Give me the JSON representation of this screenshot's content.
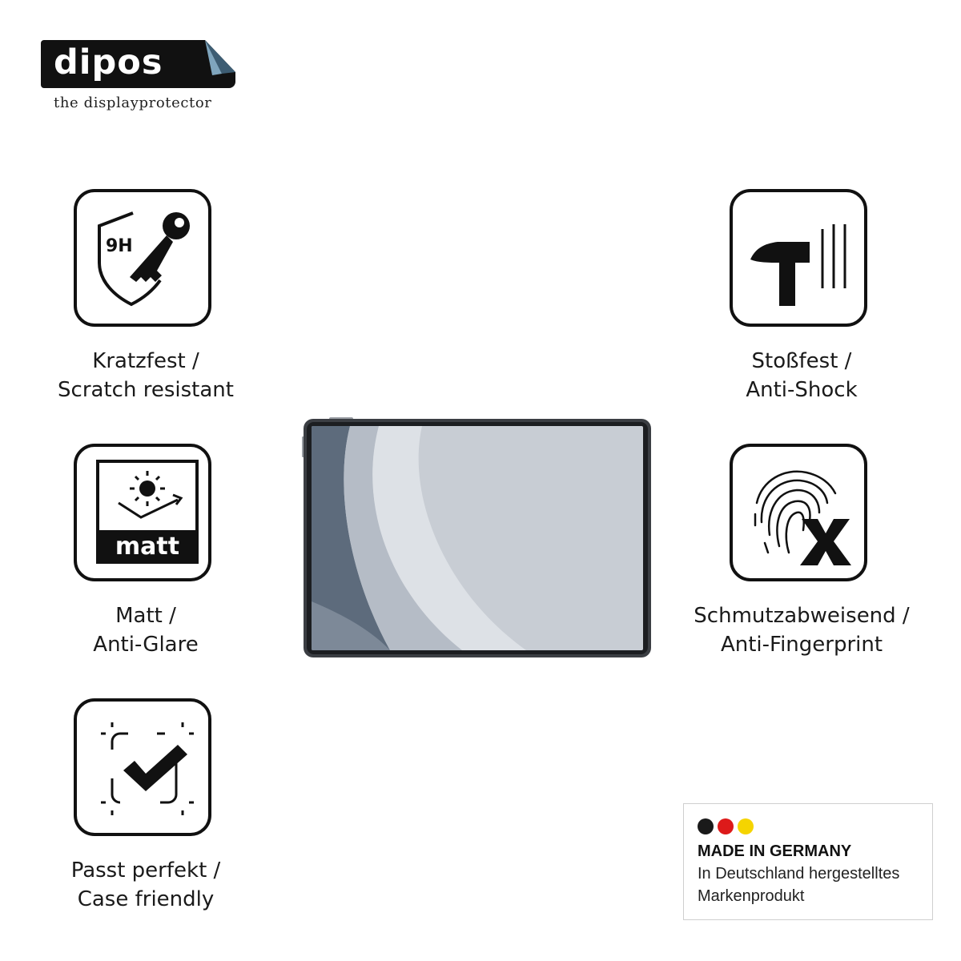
{
  "brand": {
    "logo_text": "dipos",
    "tagline": "the displayprotector"
  },
  "features": [
    {
      "name": "scratch",
      "icon": "shield-key-icon",
      "badge": "9H",
      "line1": "Kratzfest /",
      "line2": "Scratch resistant"
    },
    {
      "name": "shock",
      "icon": "hammer-icon",
      "line1": "Stoßfest /",
      "line2": "Anti-Shock"
    },
    {
      "name": "matt",
      "icon": "sun-matt-icon",
      "badge": "matt",
      "line1": "Matt /",
      "line2": "Anti-Glare"
    },
    {
      "name": "fingerprint",
      "icon": "fingerprint-x-icon",
      "line1": "Schmutzabweisend /",
      "line2": "Anti-Fingerprint"
    },
    {
      "name": "fit",
      "icon": "checkmark-frame-icon",
      "line1": "Passt perfekt /",
      "line2": "Case friendly"
    }
  ],
  "product_image": "tablet-device",
  "made_in": {
    "title": "MADE IN GERMANY",
    "line1": "In Deutschland hergestelltes",
    "line2": "Markenprodukt",
    "flag_colors": [
      "#1a1a1a",
      "#dd1a1a",
      "#f5d400"
    ]
  },
  "colors": {
    "ink": "#111111",
    "screen": "#c9ced6",
    "screen_shade": "#5d6b7c"
  }
}
